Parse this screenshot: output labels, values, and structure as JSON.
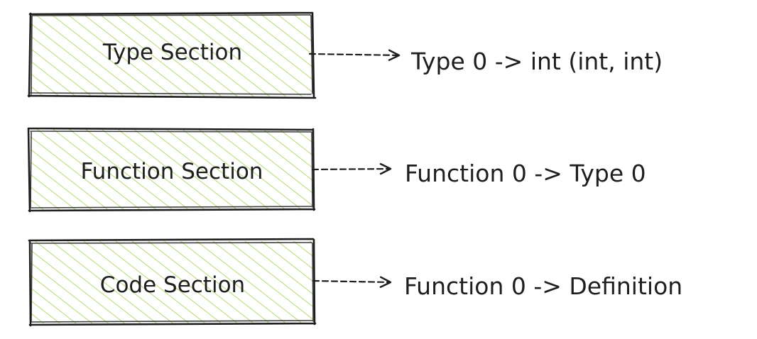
{
  "sections": [
    {
      "label": "Type Section",
      "description": "Type 0 -> int (int, int)"
    },
    {
      "label": "Function Section",
      "description": "Function 0 -> Type 0"
    },
    {
      "label": "Code Section",
      "description": "Function 0 -> Definition"
    }
  ],
  "colors": {
    "box_fill_hatch": "#b7dd7e",
    "stroke": "#1e1e1e",
    "background": "#ffffff"
  }
}
